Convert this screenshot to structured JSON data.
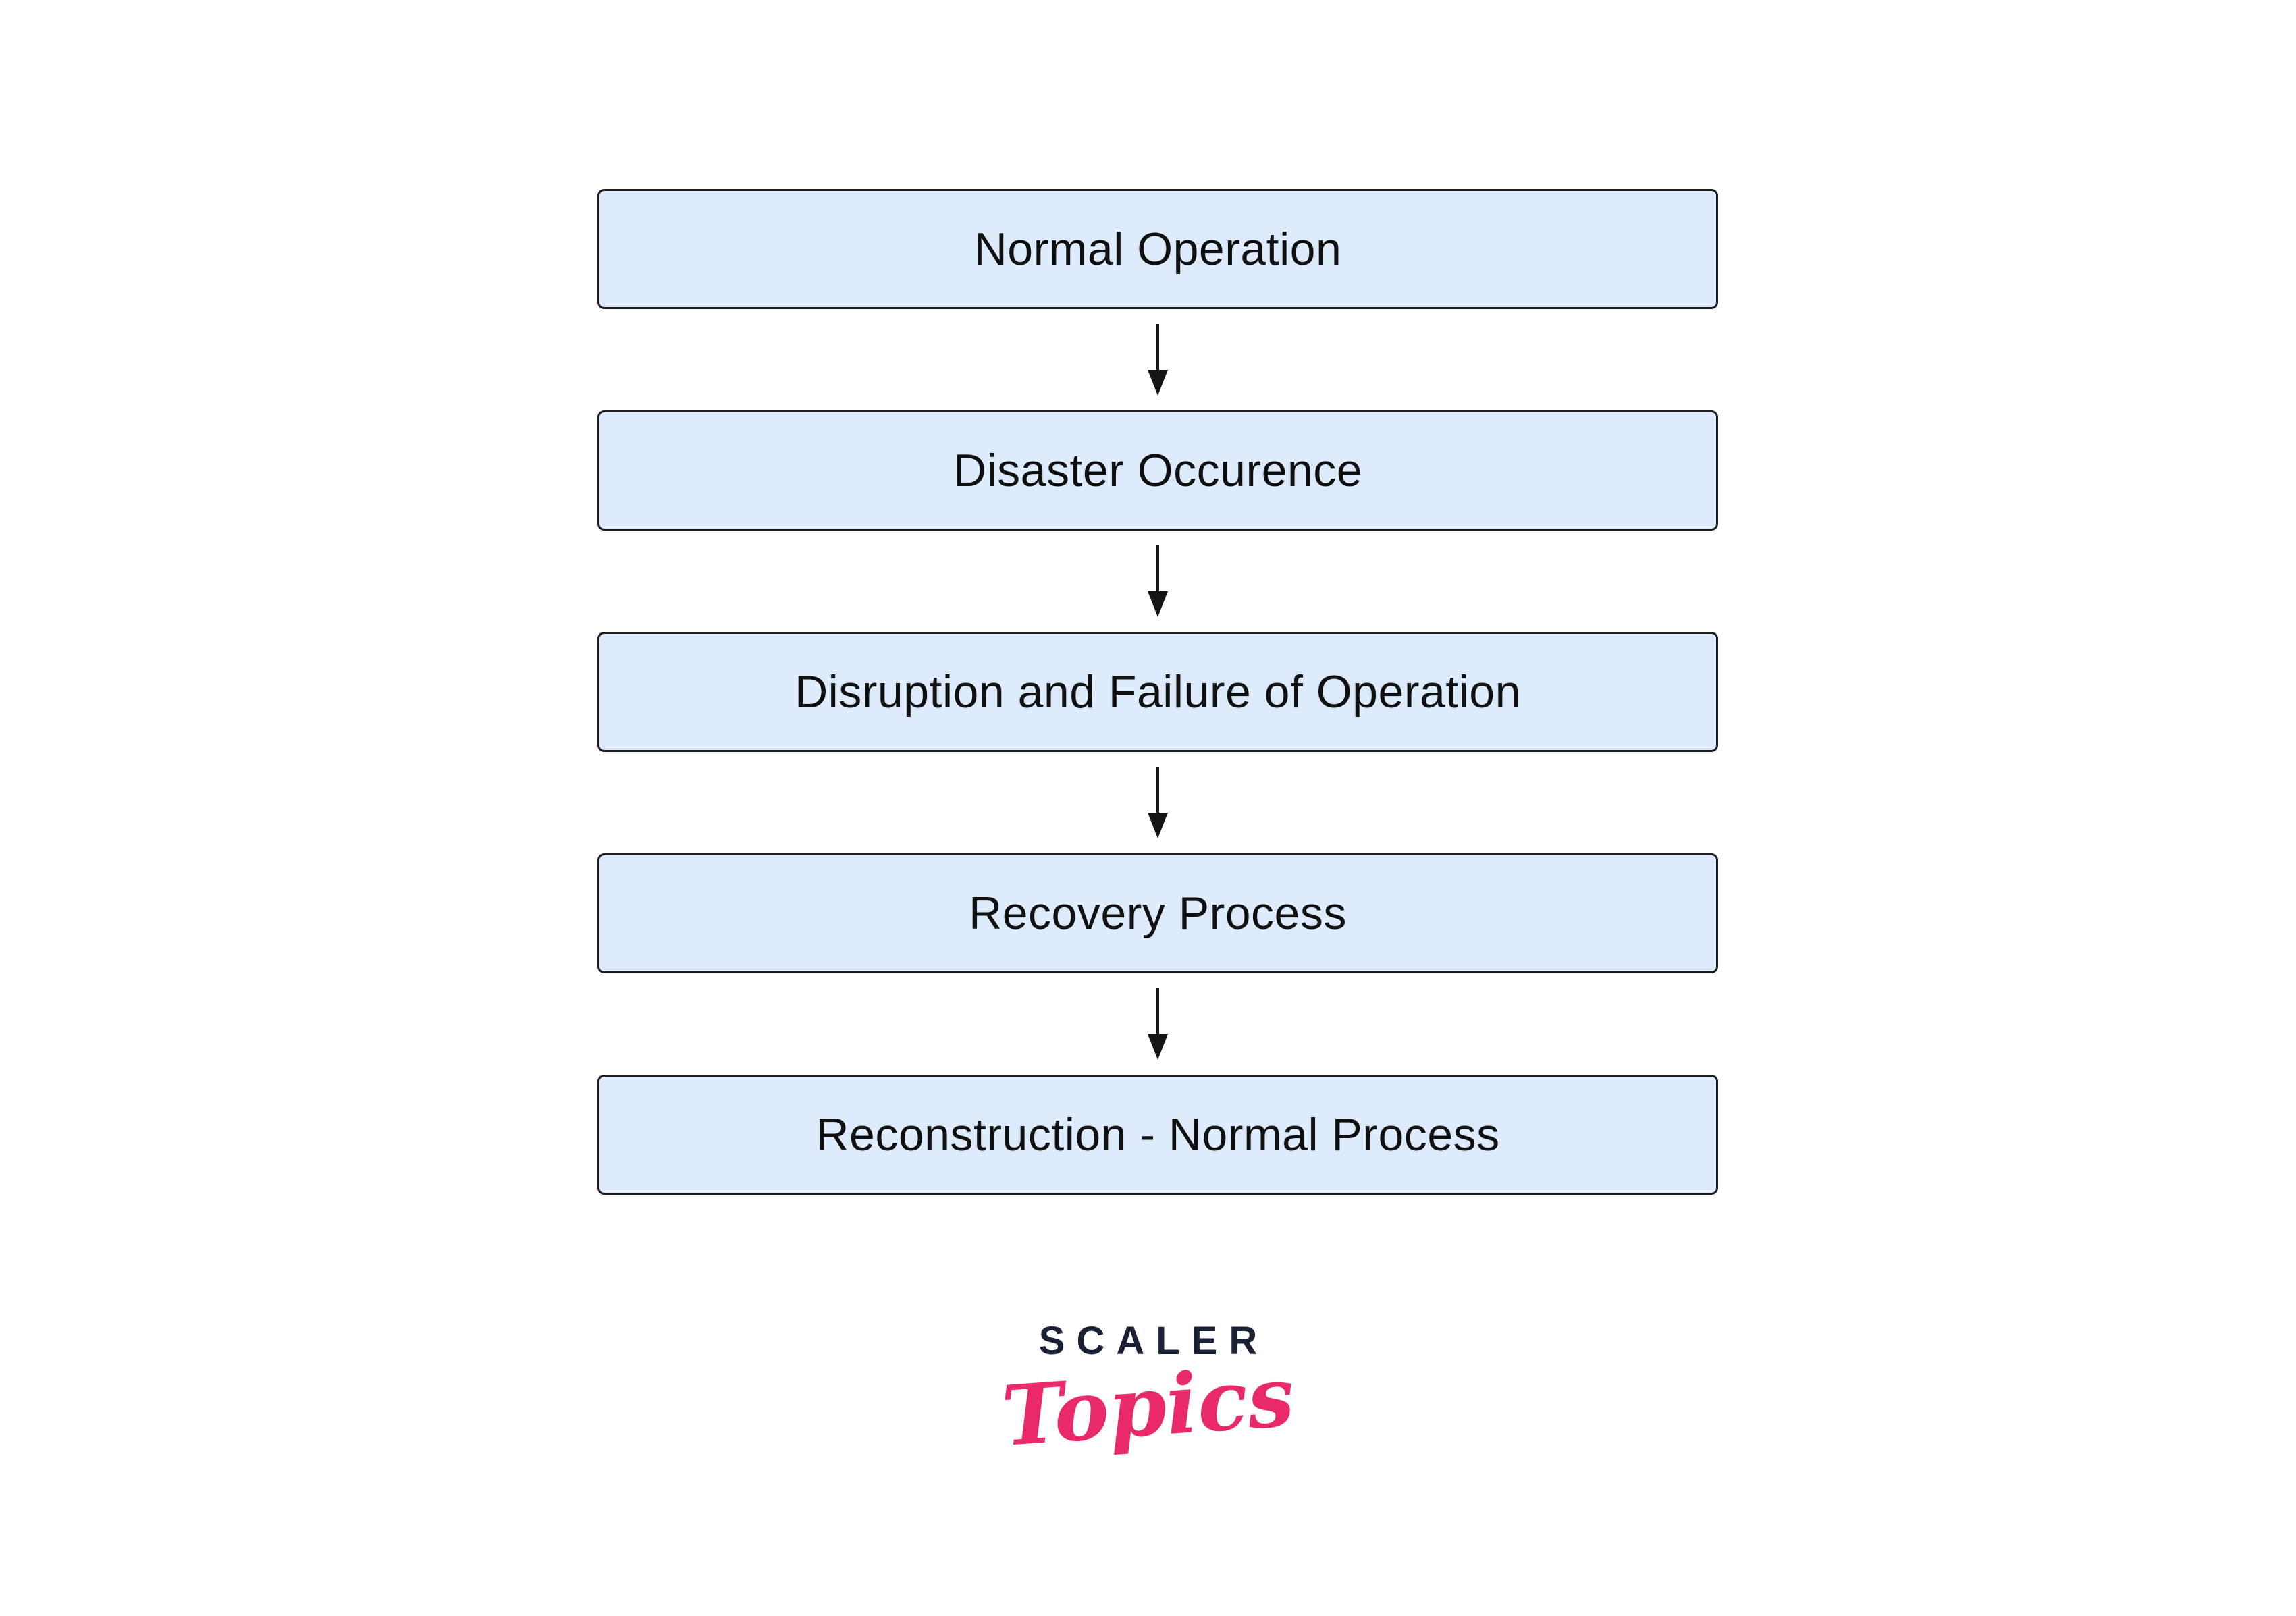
{
  "diagram": {
    "title_implicit": "Disaster recovery flow",
    "steps": [
      {
        "label": "Normal Operation"
      },
      {
        "label": "Disaster Occurence"
      },
      {
        "label": "Disruption and Failure of Operation"
      },
      {
        "label": "Recovery Process"
      },
      {
        "label": "Reconstruction - Normal Process"
      }
    ],
    "colors": {
      "box_fill": "#ddebfc",
      "box_border": "#1c1c1c",
      "box_text": "#101010",
      "arrow": "#141414",
      "background": "#ffffff"
    }
  },
  "logo": {
    "brand": "SCALER",
    "sub": "Topics",
    "brand_color": "#1b2134",
    "sub_color": "#ea2a68"
  }
}
